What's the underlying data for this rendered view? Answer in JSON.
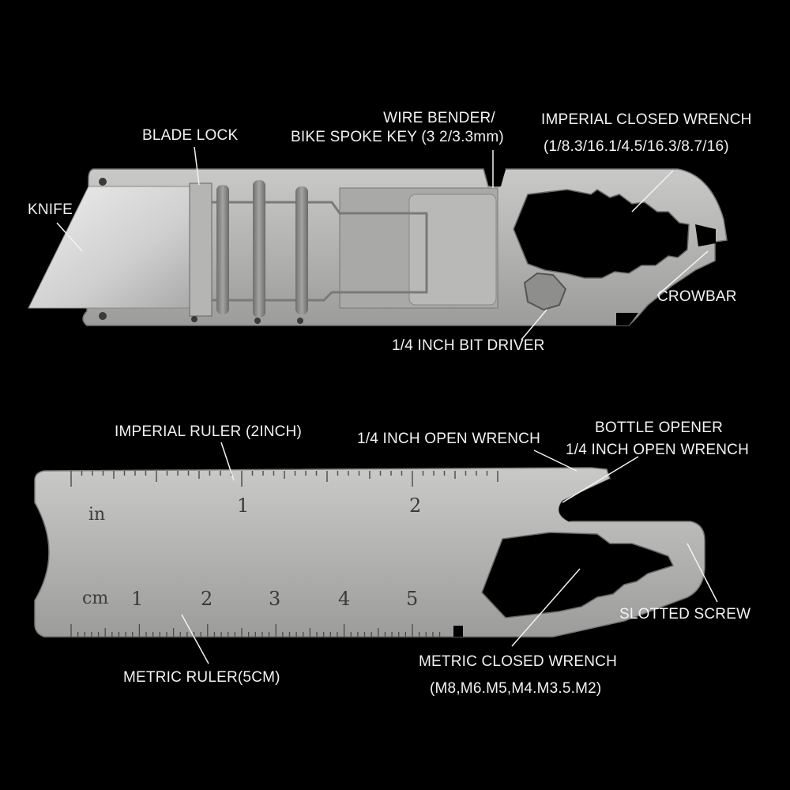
{
  "labels": {
    "blade_lock": "BLADE LOCK",
    "wire_bender_1": "WIRE BENDER/",
    "wire_bender_2": "BIKE SPOKE KEY (3 2/3.3mm)",
    "imperial_closed_1": "IMPERIAL CLOSED WRENCH",
    "imperial_closed_2": "(1/8.3/16.1/4.5/16.3/8.7/16)",
    "knife": "KNIFE",
    "crowbar": "CROWBAR",
    "bit_driver": "1/4 INCH BIT DRIVER",
    "imperial_ruler": "IMPERIAL RULER (2INCH)",
    "open_wrench": "1/4 INCH OPEN WRENCH",
    "bottle_opener_1": "BOTTLE OPENER",
    "bottle_opener_2": "1/4 INCH OPEN WRENCH",
    "slotted_screw": "SLOTTED SCREW",
    "metric_closed_1": "METRIC CLOSED WRENCH",
    "metric_closed_2": "(M8,M6.M5,M4.M3.5.M2)",
    "metric_ruler": "METRIC RULER(5CM)"
  },
  "ruler": {
    "inch_unit": "in",
    "inch_numbers": [
      "1",
      "2"
    ],
    "cm_unit": "cm",
    "cm_numbers": [
      "1",
      "2",
      "3",
      "4",
      "5"
    ]
  },
  "colors": {
    "background": "#000000",
    "steel": "#b8b8b6",
    "label_text": "#f2f2f2"
  }
}
